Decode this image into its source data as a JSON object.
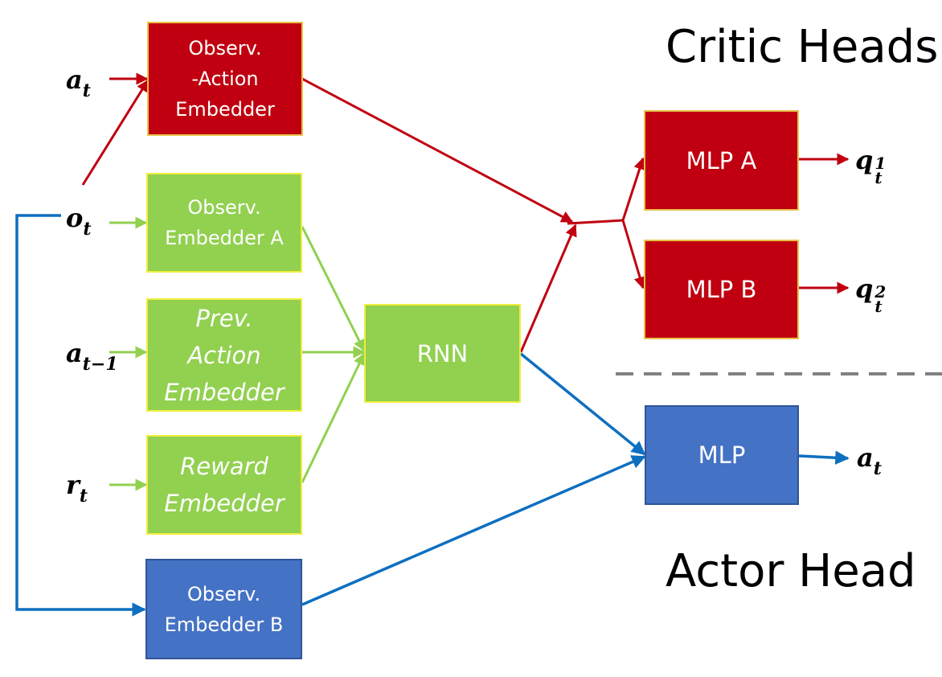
{
  "headings": {
    "critic": "Critic Heads",
    "actor": "Actor Head"
  },
  "inputs": {
    "a_t": {
      "base": "a",
      "sub": "t"
    },
    "o_t": {
      "base": "o",
      "sub": "t"
    },
    "a_tm1": {
      "base": "a",
      "sub": "t−1"
    },
    "r_t": {
      "base": "r",
      "sub": "t"
    }
  },
  "outputs": {
    "q1": {
      "base": "q",
      "sup": "1",
      "sub": "t"
    },
    "q2": {
      "base": "q",
      "sup": "2",
      "sub": "t"
    },
    "a_t": {
      "base": "a",
      "sub": "t"
    }
  },
  "boxes": {
    "obs_action": [
      "Observ.",
      "-Action",
      "Embedder"
    ],
    "obs_a": [
      "Observ.",
      "Embedder A"
    ],
    "prev_action": [
      "Prev.",
      "Action",
      "Embedder"
    ],
    "reward": [
      "Reward",
      "Embedder"
    ],
    "obs_b": [
      "Observ.",
      "Embedder B"
    ],
    "rnn": [
      "RNN"
    ],
    "mlp_a": [
      "MLP A"
    ],
    "mlp_b": [
      "MLP B"
    ],
    "mlp": [
      "MLP"
    ]
  },
  "colors": {
    "critic_red": "#c00010",
    "embedder_green": "#92d050",
    "actor_blue": "#4472c4",
    "arrow_red": "#c00010",
    "arrow_green": "#92d050",
    "arrow_blue": "#0e6fc0",
    "divider": "#808080"
  },
  "divider": {
    "style": "dashed"
  }
}
